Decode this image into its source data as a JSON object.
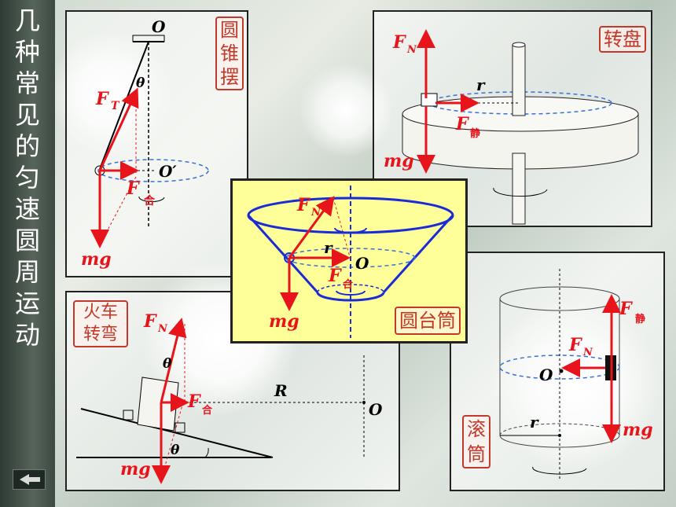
{
  "sidebar": {
    "title_chars": [
      "几",
      "种",
      "常",
      "见",
      "的",
      "匀",
      "速",
      "圆",
      "周",
      "运",
      "动"
    ]
  },
  "panels": {
    "conical_pendulum": {
      "stamp": [
        "圆",
        "锥",
        "摆"
      ],
      "labels": {
        "pivot": "O",
        "center": "O′",
        "angle": "θ",
        "tension": "F",
        "tension_sub": "T",
        "net": "F",
        "net_sub": "合",
        "weight": "mg"
      }
    },
    "turntable": {
      "stamp": "转盘",
      "labels": {
        "normal": "F",
        "normal_sub": "N",
        "radius": "r",
        "friction": "F",
        "friction_sub": "静",
        "weight": "mg"
      }
    },
    "conical_funnel": {
      "stamp": "圆台筒",
      "labels": {
        "normal": "F",
        "normal_sub": "N",
        "radius": "r",
        "center": "O",
        "net": "F",
        "net_sub": "合",
        "weight": "mg"
      }
    },
    "train_turn": {
      "stamp": [
        "火车",
        "转弯"
      ],
      "labels": {
        "normal": "F",
        "normal_sub": "N",
        "angle_top": "θ",
        "net": "F",
        "net_sub": "合",
        "radius": "R",
        "center": "O",
        "angle_bottom": "θ",
        "weight": "mg"
      }
    },
    "rotor": {
      "stamp": [
        "滚",
        "筒"
      ],
      "labels": {
        "friction": "F",
        "friction_sub": "静",
        "normal": "F",
        "normal_sub": "N",
        "center": "O",
        "radius": "r",
        "weight": "mg"
      }
    }
  },
  "colors": {
    "force": "#e8141b",
    "dashed_circle": "#3a6fd8",
    "stamp": "#c0392b",
    "funnel": "#1b2bd6",
    "panel_bg": "#ffff99"
  }
}
